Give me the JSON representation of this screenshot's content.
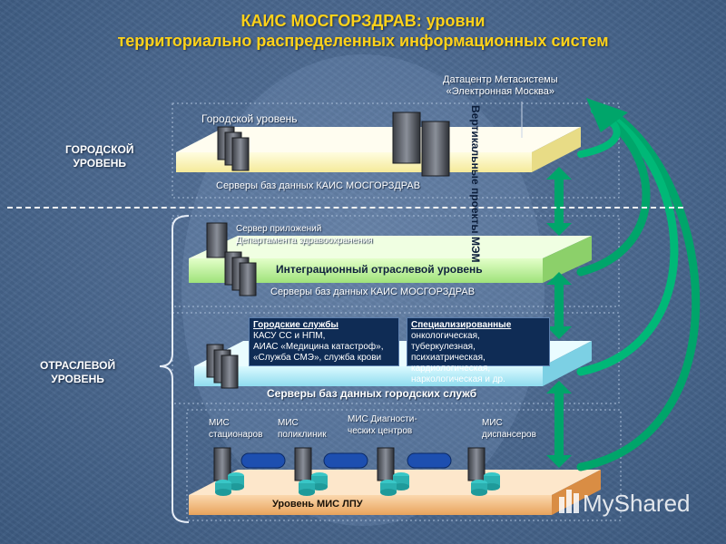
{
  "title": {
    "line1": "КАИС МОСГОРЗДРАВ: уровни",
    "line2": "территориально распределенных  информационных систем"
  },
  "datacenter": {
    "line1": "Датацентр Метасистемы",
    "line2": "«Электронная Москва»"
  },
  "vertical_projects": {
    "line1": "Вертикальные",
    "line2": "проекты МЭМ"
  },
  "city": {
    "side_label_1": "ГОРОДСКОЙ",
    "side_label_2": "УРОВЕНЬ",
    "level_label": "Городской уровень",
    "servers_label": "Серверы баз данных КАИС МОСГОРЗДРАВ"
  },
  "industry": {
    "side_label_1": "ОТРАСЛЕВОЙ",
    "side_label_2": "УРОВЕНЬ",
    "app_server_1": "Сервер приложений",
    "app_server_2": "Департамента здравоохранения",
    "integration_label": "Интеграционный отраслевой уровень",
    "servers_label": "Серверы баз данных КАИС МОСГОРЗДРАВ",
    "city_services_box": {
      "title": "Городские службы",
      "lines": [
        "КАСУ СС и НПМ,",
        "АИАС «Медицина катастроф»,",
        "«Служба СМЭ», служба крови"
      ]
    },
    "special_box": {
      "title": "Специализированные",
      "lines": [
        "онкологическая, туберкулезная,",
        "психиатрическая, кардиологическая,",
        "наркологическая и др."
      ]
    },
    "city_services_db_label": "Серверы баз данных городских служб"
  },
  "mis": {
    "items": [
      {
        "line1": "МИС",
        "line2": "стационаров"
      },
      {
        "line1": "МИС",
        "line2": "поликлиник"
      },
      {
        "line1": "МИС Диагности-",
        "line2": "ческих центров"
      },
      {
        "line1": "МИС",
        "line2": "диспансеров"
      }
    ],
    "level_label": "Уровень МИС ЛПУ"
  },
  "watermark": "MyShared",
  "colors": {
    "title": "#ffd21a",
    "platform_yellow": "#fdf8c2",
    "platform_green": "#c9f5a4",
    "platform_cyan": "#b6ecf7",
    "platform_orange": "#f7c993",
    "arrow_green": "#00a56a"
  }
}
